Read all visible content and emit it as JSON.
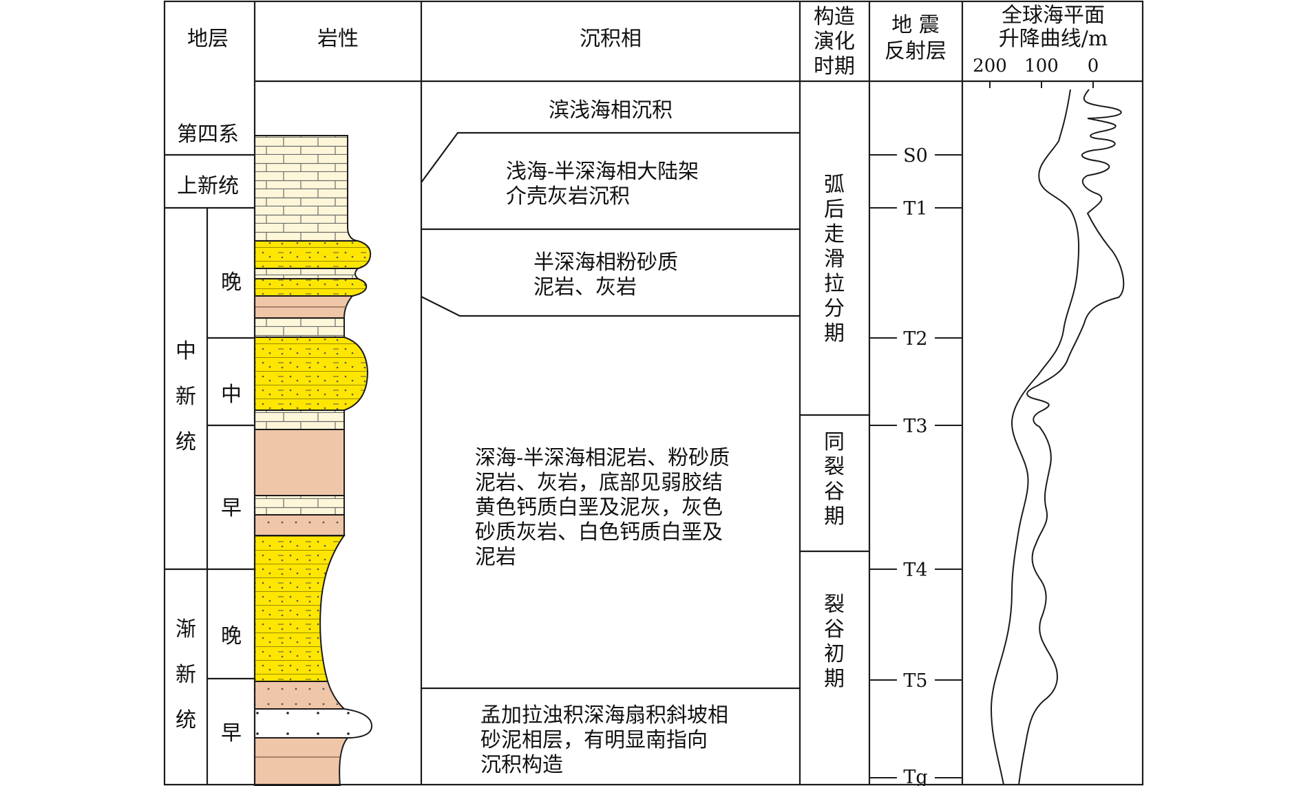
{
  "headers": {
    "stratum": "地层",
    "lithology": "岩性",
    "facies": "沉积相",
    "tectonic": [
      "构造",
      "演化",
      "时期"
    ],
    "seismic": [
      "地 震",
      "反射层"
    ],
    "sealevel": [
      "全球海平面",
      "升降曲线/m"
    ],
    "sealevel_ticks": [
      "200",
      "100",
      "0"
    ]
  },
  "strata": {
    "quaternary": "第四系",
    "pliocene": "上新统",
    "miocene": [
      "中",
      "新",
      "统"
    ],
    "oligocene": [
      "渐",
      "新",
      "统"
    ],
    "miocene_late": "晚",
    "miocene_middle": "中",
    "miocene_early": "早",
    "oligocene_late": "晚",
    "oligocene_early": "早"
  },
  "facies": {
    "f1": [
      "滨浅海相沉积"
    ],
    "f2": [
      "浅海-半深海相大陆架",
      "介壳灰岩沉积"
    ],
    "f3": [
      "半深海相粉砂质",
      "泥岩、灰岩"
    ],
    "f4": [
      "深海-半深海相泥岩、粉砂质",
      "泥岩、灰岩，底部见弱胶结",
      "黄色钙质白垩及泥灰，灰色",
      "砂质灰岩、白色钙质白垩及",
      "泥岩"
    ],
    "f5": [
      "孟加拉浊积深海扇积斜坡相",
      "砂泥相层，有明显南指向",
      "沉积构造"
    ]
  },
  "tectonic": {
    "t1": [
      "弧",
      "后",
      "走",
      "滑",
      "拉",
      "分",
      "期"
    ],
    "t2": [
      "同",
      "裂",
      "谷",
      "期"
    ],
    "t3": [
      "裂",
      "谷",
      "初",
      "期"
    ]
  },
  "reflectors": {
    "s0": "S0",
    "t1": "T1",
    "t2": "T2",
    "t3": "T3",
    "t4": "T4",
    "t5": "T5",
    "tg": "Tg"
  },
  "colors": {
    "line": "#1a1a1a",
    "limestone": "#fdf6d9",
    "sandstone": "#ffe600",
    "mudstone": "#f0c6a8",
    "white": "#ffffff"
  }
}
